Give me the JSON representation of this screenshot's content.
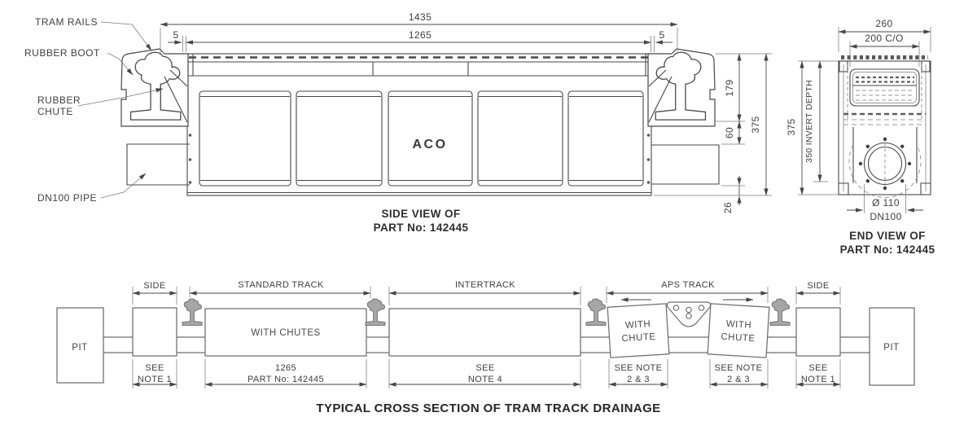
{
  "drawing": {
    "side_view": {
      "title_line1": "SIDE VIEW OF",
      "title_line2": "PART No: 142445",
      "logo": "ACO",
      "callouts": {
        "tram_rails": "TRAM RAILS",
        "rubber_boot": "RUBBER BOOT",
        "rubber_chute_l1": "RUBBER",
        "rubber_chute_l2": "CHUTE",
        "dn100_pipe": "DN100 PIPE"
      },
      "dimensions": {
        "overall_length": "1435",
        "channel_length": "1265",
        "gap_left": "5",
        "gap_right": "5",
        "rail_height": "179",
        "chute_depth": "60",
        "overall_depth": "375",
        "invert_to_base": "26"
      }
    },
    "end_view": {
      "title_line1": "END VIEW OF",
      "title_line2": "PART No: 142445",
      "dimensions": {
        "overall_width": "260",
        "clear_opening": "200 C/O",
        "overall_depth": "375",
        "invert_depth": "350 INVERT DEPTH",
        "outlet_dia": "Ø 110",
        "outlet_dn": "DN100"
      }
    },
    "cross_section": {
      "title": "TYPICAL CROSS SECTION OF TRAM TRACK DRAINAGE",
      "segments": {
        "pit_left": "PIT",
        "pit_right": "PIT",
        "side_left_top": "SIDE",
        "side_left_note_l1": "SEE",
        "side_left_note_l2": "NOTE 1",
        "standard_track_top": "STANDARD TRACK",
        "standard_track_box": "WITH CHUTES",
        "standard_track_note_l1": "1265",
        "standard_track_note_l2": "PART No: 142445",
        "intertrack_top": "INTERTRACK",
        "intertrack_note_l1": "SEE",
        "intertrack_note_l2": "NOTE 4",
        "aps_track_top": "APS TRACK",
        "aps_box1_l1": "WITH",
        "aps_box1_l2": "CHUTE",
        "aps_box1_note_l1": "SEE NOTE",
        "aps_box1_note_l2": "2 & 3",
        "aps_box2_l1": "WITH",
        "aps_box2_l2": "CHUTE",
        "aps_box2_note_l1": "SEE NOTE",
        "aps_box2_note_l2": "2 & 3",
        "side_right_top": "SIDE",
        "side_right_note_l1": "SEE",
        "side_right_note_l2": "NOTE 1"
      }
    },
    "colors": {
      "line_dark": "#474747",
      "line_mid": "#6e6e6e",
      "text": "#404040",
      "rail_fill": "#a6a6a6",
      "background": "#ffffff"
    }
  }
}
